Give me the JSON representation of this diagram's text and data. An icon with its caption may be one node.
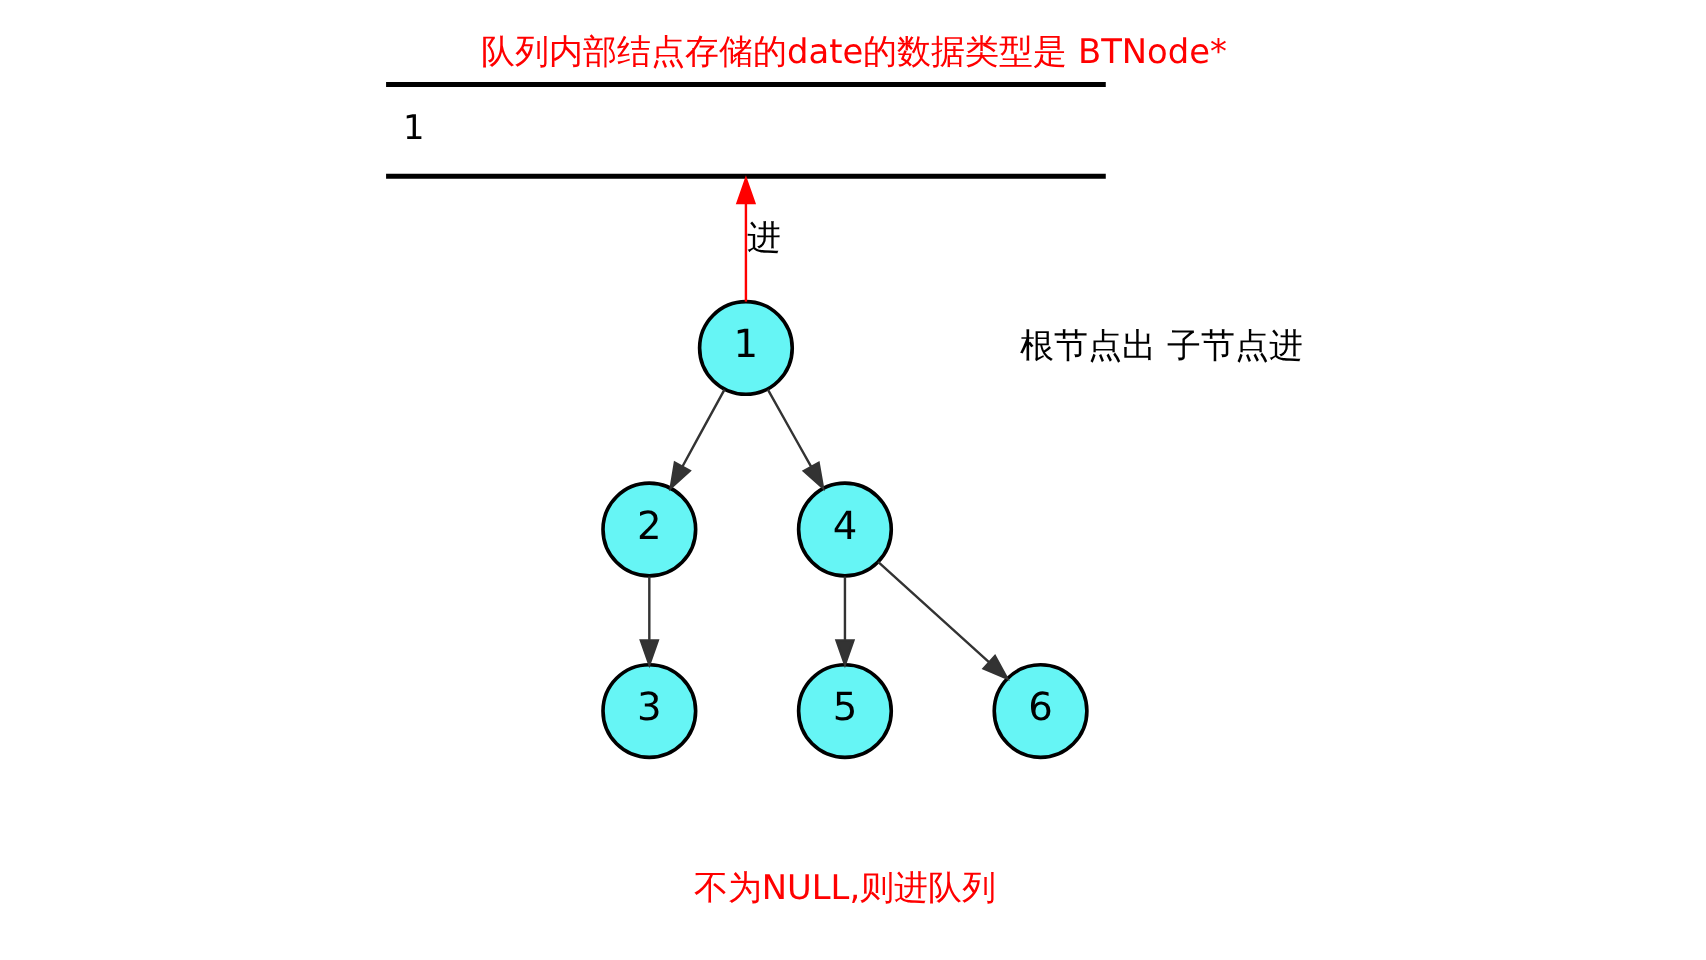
{
  "diagram": {
    "title": "队列内部结点存储的date的数据类型是 BTNode*",
    "nodes": [
      {
        "text": [
          "1"
        ]
      },
      {
        "text": [
          "1"
        ]
      },
      {
        "text": [
          "2"
        ]
      },
      {
        "text": [
          "4"
        ]
      },
      {
        "text": [
          "3"
        ]
      },
      {
        "text": [
          "5"
        ]
      },
      {
        "text": [
          "6"
        ]
      }
    ],
    "edges": [
      {
        "from": 1,
        "to": 0,
        "arrow": "to",
        "label": "进",
        "color": "#ff0000"
      },
      {
        "from": 1,
        "to": 2,
        "arrow": "to"
      },
      {
        "from": 1,
        "to": 3,
        "arrow": "to"
      },
      {
        "from": 2,
        "to": 4,
        "arrow": "to"
      },
      {
        "from": 3,
        "to": 5,
        "arrow": "to"
      },
      {
        "from": 3,
        "to": 6,
        "arrow": "to"
      }
    ],
    "labels": [
      "根节点出 子节点进",
      "不为NULL,则进队列"
    ]
  }
}
